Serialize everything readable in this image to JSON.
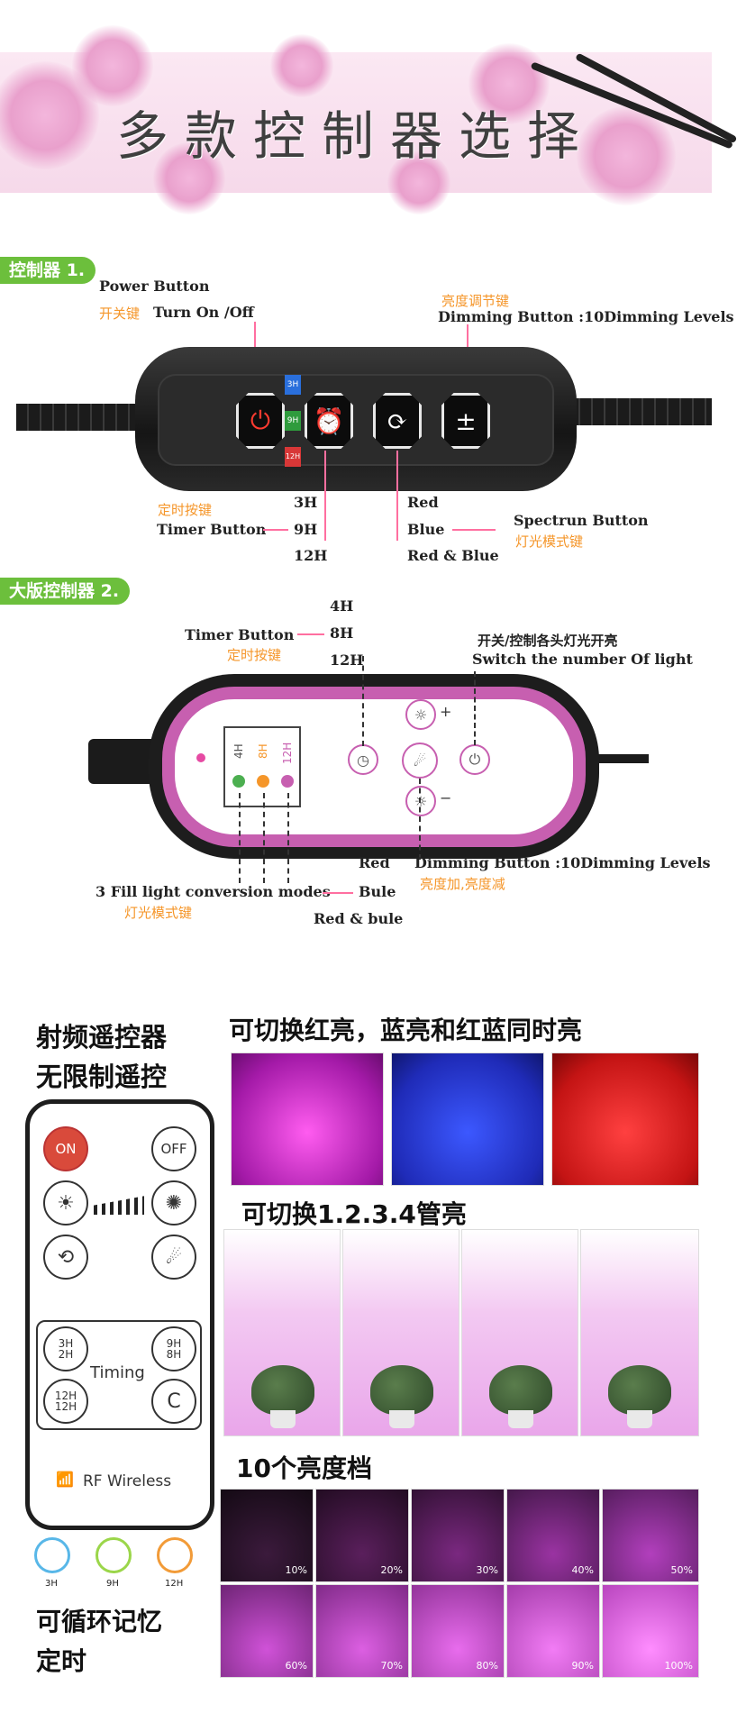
{
  "banner": {
    "title": "多款控制器选择"
  },
  "c1": {
    "tag": "控制器 1.",
    "power_en": "Power Button",
    "power_cn": "开关键",
    "power_desc": "Turn On /Off",
    "dim_cn": "亮度调节键",
    "dim_en": "Dimming Button :10Dimming Levels",
    "timer_cn": "定时按键",
    "timer_en": "Timer Button",
    "t3": "3H",
    "t9": "9H",
    "t12": "12H",
    "red": "Red",
    "blue": "Blue",
    "redblue": "Red & Blue",
    "spec_en": "Spectrun Button",
    "spec_cn": "灯光模式键",
    "badge3": "3H",
    "badge9": "9H",
    "badge12": "12H"
  },
  "c2": {
    "tag": "大版控制器 2.",
    "t4": "4H",
    "t8": "8H",
    "t12": "12H",
    "timer_en": "Timer Button",
    "timer_cn": "定时按键",
    "switch_cn": "开关/控制各头灯光开亮",
    "switch_en": "Switch  the number Of light",
    "red": "Red",
    "dim_en": "Dimming Button :10Dimming Levels",
    "fill_en": "3 Fill light conversion modes",
    "bule": "Bule",
    "dim_cn": "亮度加,亮度减",
    "fill_cn": "灯光模式键",
    "redbule": "Red & bule",
    "panel4": "4H",
    "panel8": "8H",
    "panel12": "12H"
  },
  "remote_section": {
    "title1": "射频遥控器",
    "title2": "无限制遥控",
    "on": "ON",
    "off": "OFF",
    "h3": "3H",
    "h2": "2H",
    "h9": "9H",
    "h8": "8H",
    "h12a": "12H",
    "h12b": "12H",
    "timing": "Timing",
    "c": "C",
    "rf": "RF Wireless",
    "clock3": "3H",
    "clock9": "9H",
    "clock12": "12H",
    "memory1": "可循环记忆",
    "memory2": "定时"
  },
  "photos": {
    "switch_title": "可切换红亮，蓝亮和红蓝同时亮",
    "tube_title": "可切换1.2.3.4管亮",
    "levels_title": "10个亮度档",
    "levels": [
      "10%",
      "20%",
      "30%",
      "40%",
      "50%",
      "60%",
      "70%",
      "80%",
      "90%",
      "100%"
    ]
  },
  "colors": {
    "tag_green": "#6cbf3c",
    "label_orange": "#f5962a",
    "accent_pink": "#c75fb0"
  }
}
